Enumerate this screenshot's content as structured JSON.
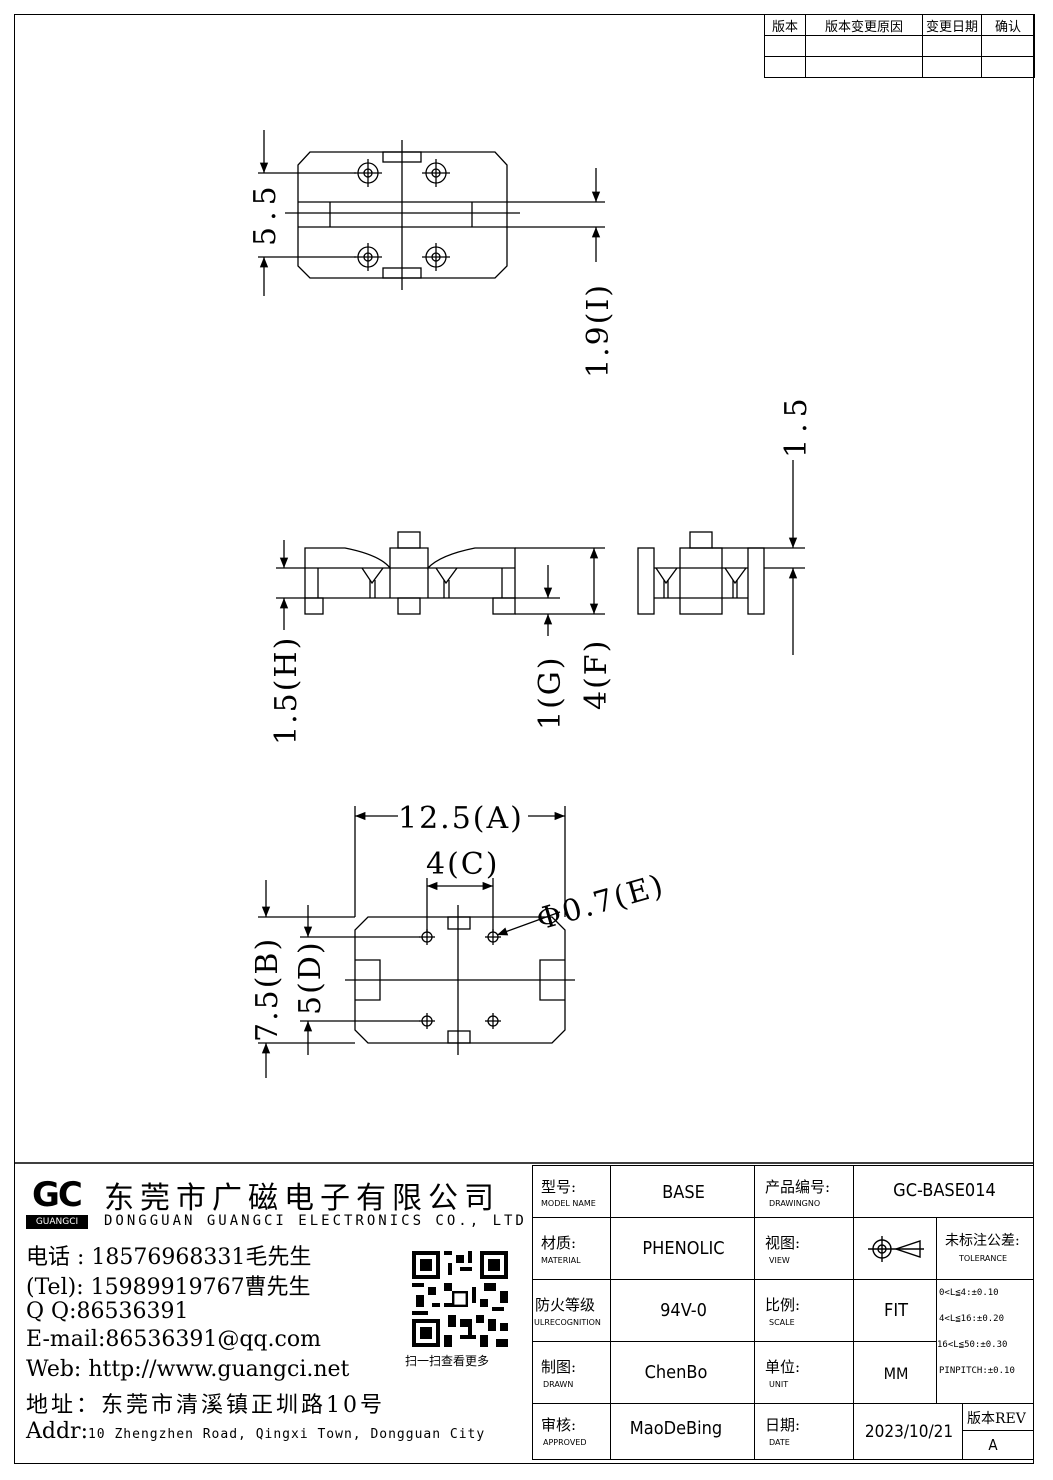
{
  "revision_table": {
    "headers": [
      "版本",
      "版本变更原因",
      "变更日期",
      "确认"
    ]
  },
  "dimensions": {
    "top_height": "5.5",
    "top_I": "1.9(I)",
    "side_H": "1.5(H)",
    "side_G": "1(G)",
    "side_F": "4(F)",
    "end_top": "1.5",
    "bottom_A": "12.5(A)",
    "bottom_C": "4(C)",
    "bottom_E": "Φ0.7(E)",
    "bottom_B": "7.5(B)",
    "bottom_D": "5(D)"
  },
  "company": {
    "logo_text": "GC",
    "logo_name": "GUANGCI",
    "name_cn": "东莞市广磁电子有限公司",
    "name_en": "DONGGUAN GUANGCI ELECTRONICS CO., LTD",
    "phone": "电话 : 18576968331毛先生",
    "tel": "(Tel): 15989919767曹先生",
    "qq": "Q Q:86536391",
    "email": "E-mail:86536391@qq.com",
    "web": "Web: http://www.guangci.net",
    "address_cn": "地址：东莞市清溪镇正圳路10号",
    "address_en_label": "Addr:",
    "address_en": "10 Zhengzhen Road, Qingxi Town, Dongguan City",
    "qr_caption": "扫一扫查看更多"
  },
  "title_block": {
    "model_label": "型号:",
    "model_sub": "MODEL NAME",
    "model_value": "BASE",
    "drawing_no_label": "产品编号:",
    "drawing_no_sub": "DRAWINGNO",
    "drawing_no_value": "GC-BASE014",
    "material_label": "材质:",
    "material_sub": "MATERIAL",
    "material_value": "PHENOLIC",
    "view_label": "视图:",
    "view_sub": "VIEW",
    "tolerance_label": "未标注公差:",
    "tolerance_sub": "TOLERANCE",
    "tolerances": [
      "0<L≦4:±0.10",
      "4<L≦16:±0.20",
      "16<L≦50:±0.30",
      "PINPITCH:±0.10"
    ],
    "fire_label": "防火等级",
    "fire_sub": "ULRECOGNITION",
    "fire_value": "94V-0",
    "scale_label": "比例:",
    "scale_sub": "SCALE",
    "scale_value": "FIT",
    "drawn_label": "制图:",
    "drawn_sub": "DRAWN",
    "drawn_value": "ChenBo",
    "unit_label": "单位:",
    "unit_sub": "UNIT",
    "unit_value": "MM",
    "approved_label": "审核:",
    "approved_sub": "APPROVED",
    "approved_value": "MaoDeBing",
    "date_label": "日期:",
    "date_sub": "DATE",
    "date_value": "2023/10/21",
    "rev_label": "版本REV",
    "rev_value": "A"
  }
}
